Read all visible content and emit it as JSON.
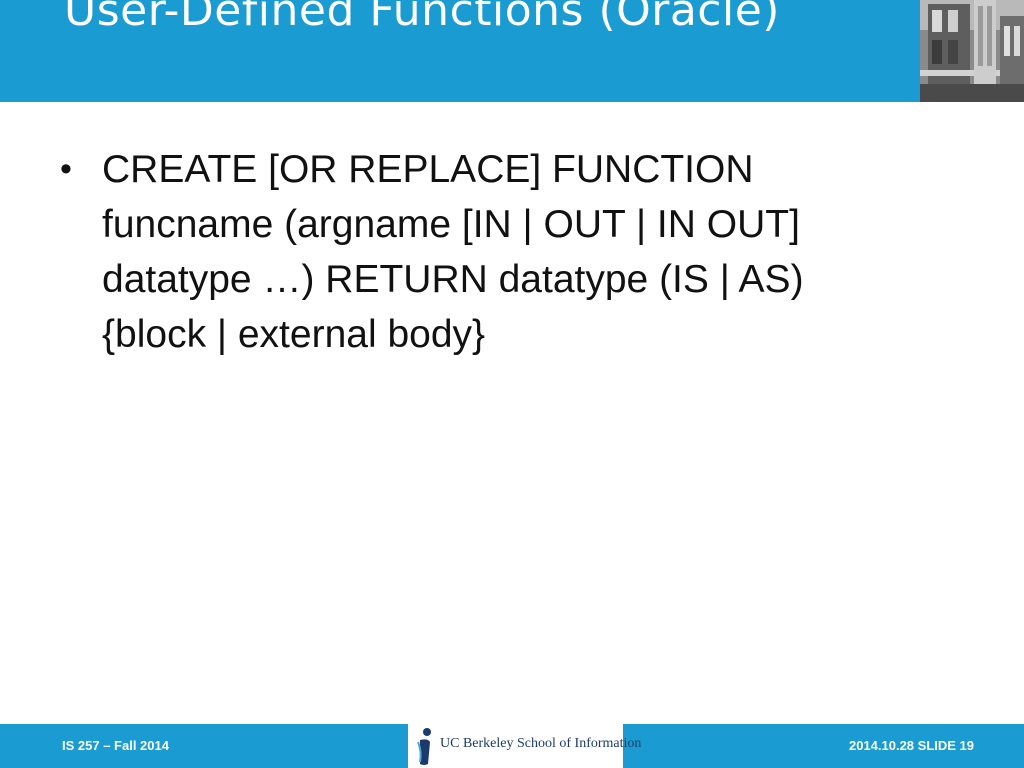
{
  "slide": {
    "title": "User-Defined Functions (Oracle)",
    "bullets": [
      {
        "marker": "•",
        "lines": [
          "CREATE [OR REPLACE] FUNCTION",
          "funcname (argname [IN | OUT | IN OUT]",
          "datatype …) RETURN datatype (IS | AS)",
          "{block | external body}"
        ]
      }
    ]
  },
  "header": {
    "image": "campus-building-photo",
    "color": "#1a9bd1"
  },
  "footer": {
    "course": "IS 257 – Fall 2014",
    "slide_info": "2014.10.28 SLIDE 19",
    "logo_text": "UC Berkeley School of Information",
    "logo_icon": "ischool-i-logo-icon"
  }
}
